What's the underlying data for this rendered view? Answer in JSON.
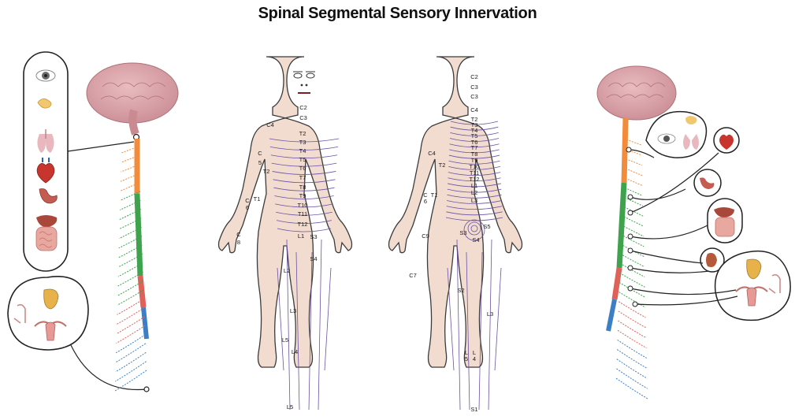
{
  "title": "Spinal Segmental Sensory Innervation",
  "colors": {
    "skin": "#f2dccf",
    "outline": "#3b3b3b",
    "dermatome_line": "#6a52a3",
    "brain": "#d9a3a8",
    "cervical": "#f28c3c",
    "thoracic": "#3fa34d",
    "lumbar": "#e0605a",
    "sacral": "#3d7fc4"
  },
  "front_labels": [
    "C2",
    "C3",
    "C4",
    "T2",
    "T3",
    "T4",
    "T5",
    "T6",
    "T7",
    "T8",
    "T9",
    "T10",
    "T11",
    "T12",
    "C",
    "5",
    "T2",
    "T1",
    "C",
    "6",
    "C",
    "8",
    "L1",
    "S3",
    "S4",
    "L2",
    "L3",
    "L5",
    "L4",
    "L5"
  ],
  "back_labels": [
    "C2",
    "C3",
    "C3",
    "C4",
    "T2",
    "T3",
    "T4",
    "T5",
    "T6",
    "T7",
    "T8",
    "T9",
    "T10",
    "T11",
    "T12",
    "L1",
    "L2",
    "L3",
    "C4",
    "T2",
    "C",
    "6",
    "T1",
    "C9",
    "C7",
    "S3",
    "S5",
    "S4",
    "S2",
    "L3",
    "L",
    "5",
    "L",
    "4",
    "S1"
  ]
}
